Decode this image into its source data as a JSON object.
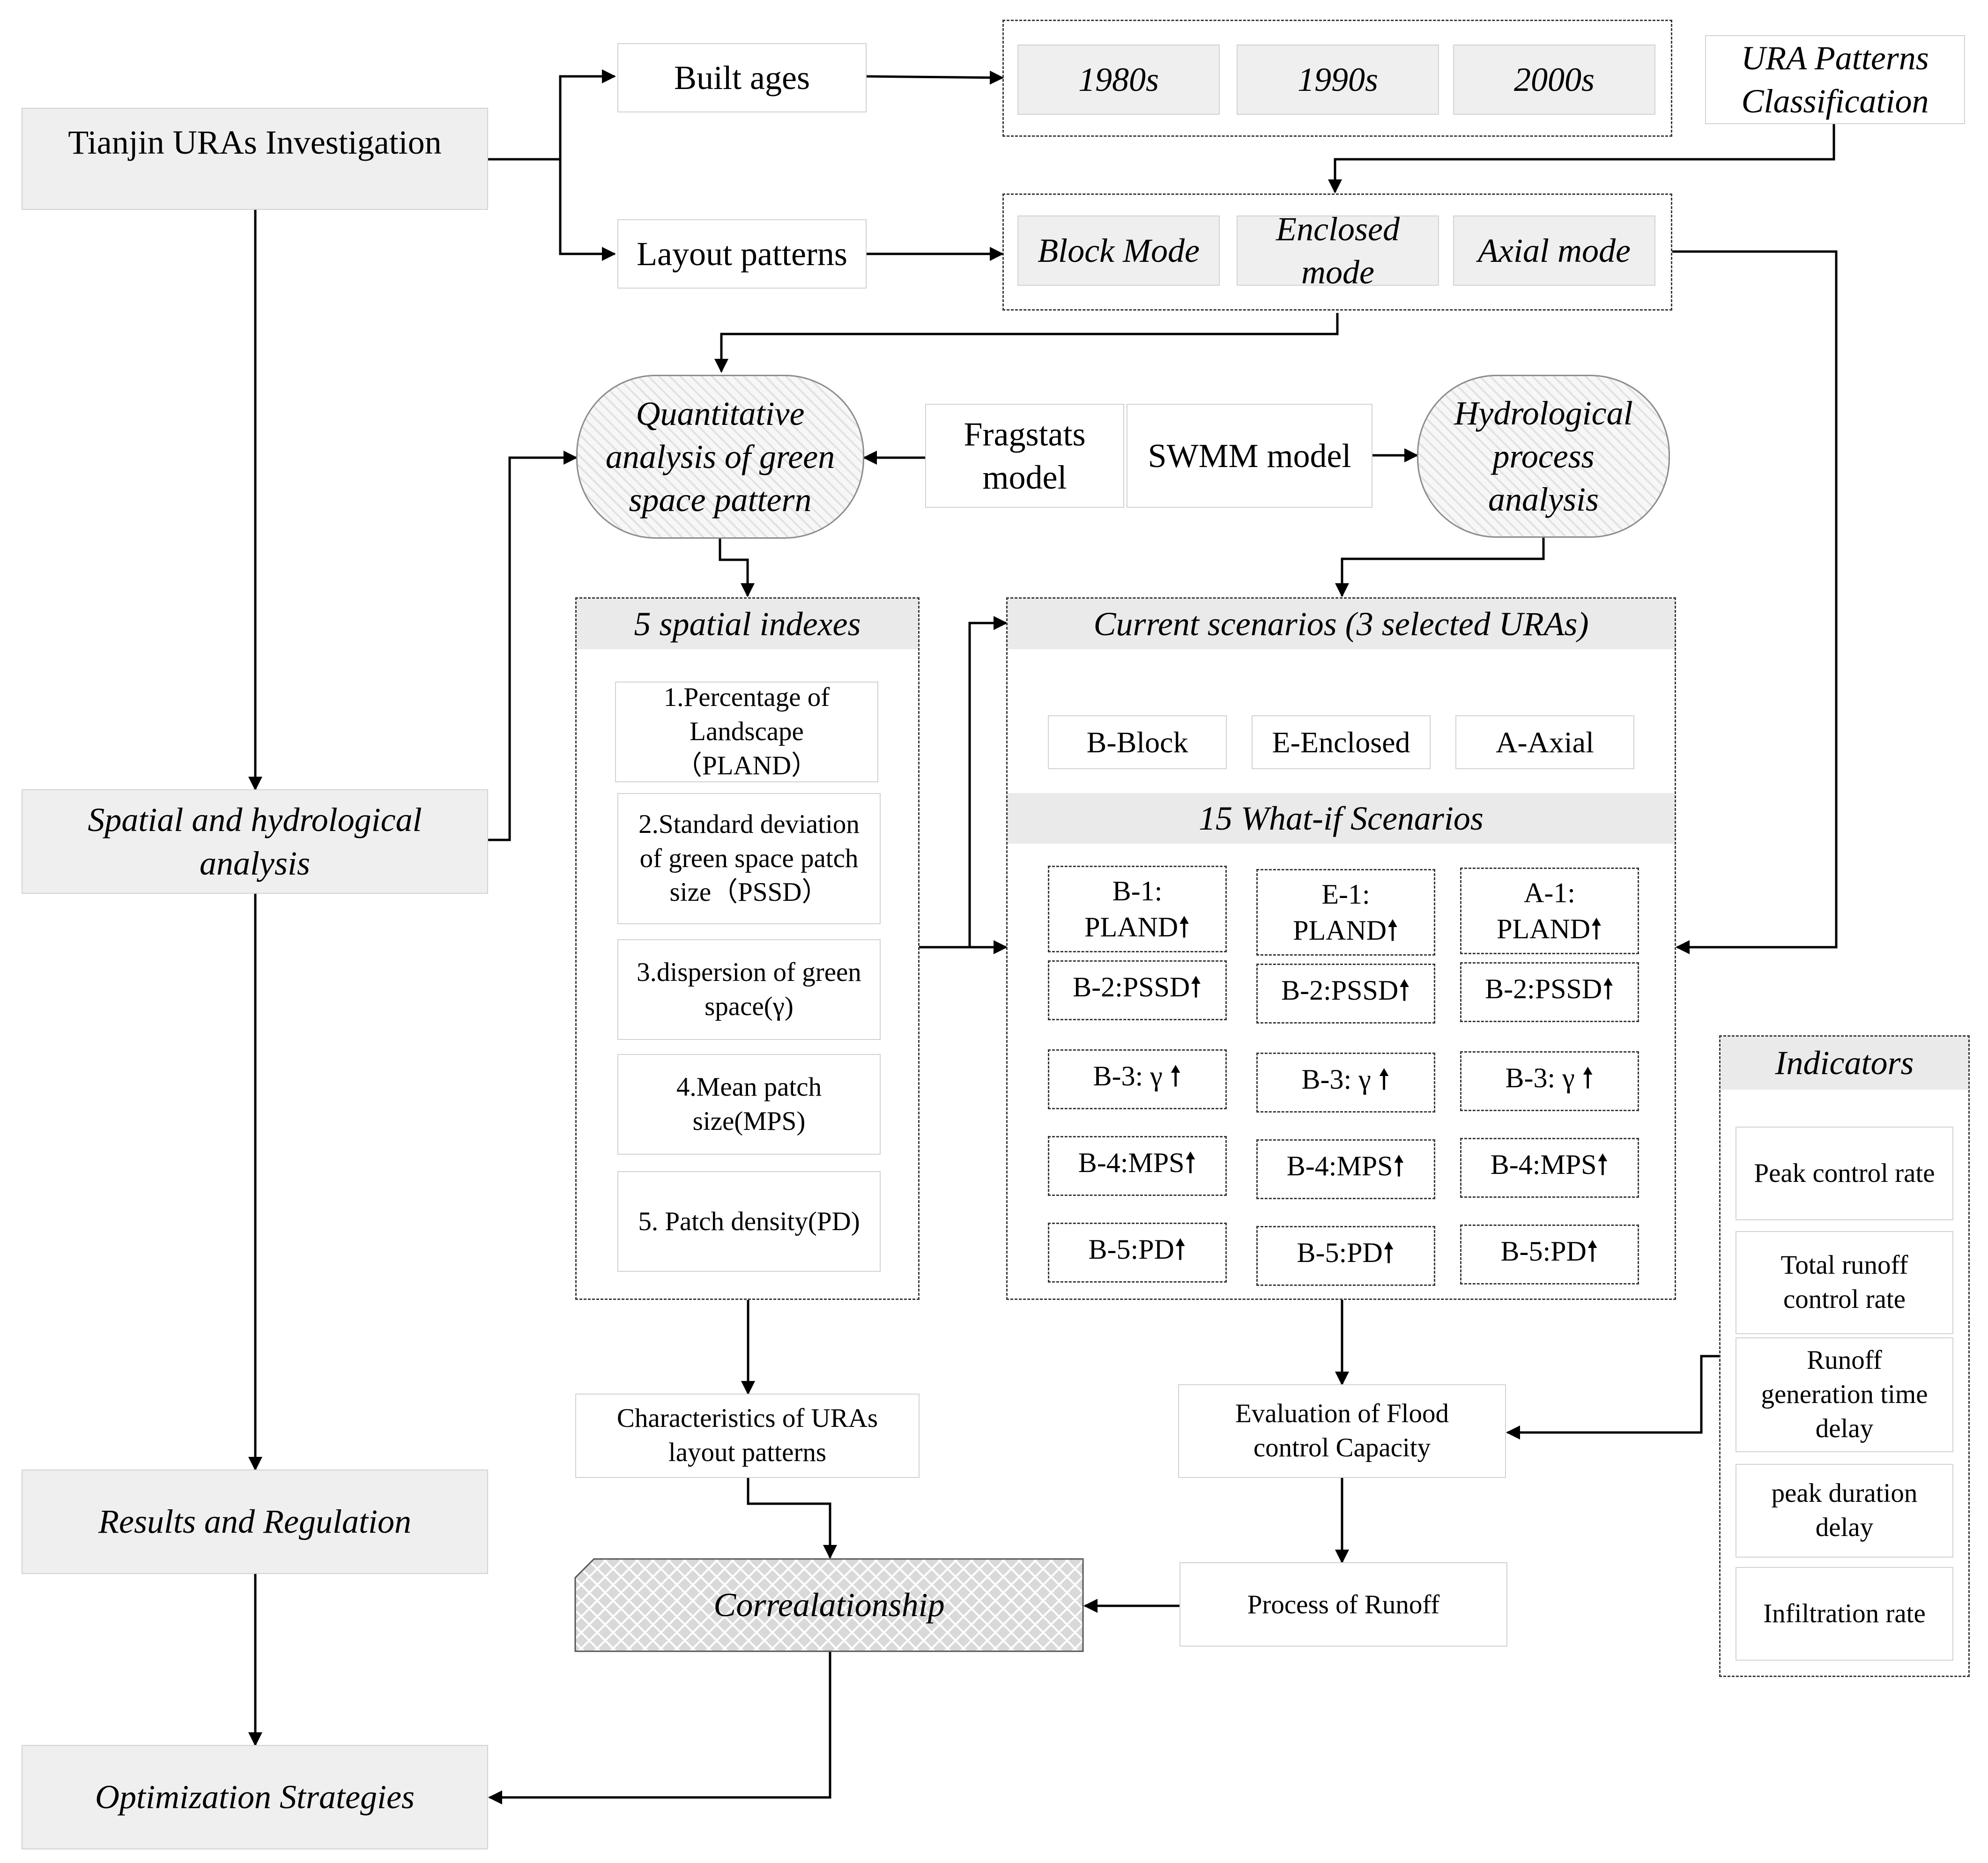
{
  "left": {
    "investigation": "Tianjin URAs Investigation",
    "spatial": "Spatial and hydrological analysis",
    "results": "Results and Regulation",
    "optimization": "Optimization Strategies"
  },
  "classification": {
    "built_ages": "Built ages",
    "layout_patterns": "Layout patterns",
    "ages": [
      "1980s",
      "1990s",
      "2000s"
    ],
    "modes": [
      "Block Mode",
      "Enclosed mode",
      "Axial mode"
    ],
    "ura_patterns": "URA Patterns Classification"
  },
  "models": {
    "quantitative": "Quantitative analysis of green space pattern",
    "fragstats": "Fragstats model",
    "swmm": "SWMM model",
    "hydrological": "Hydrological process analysis"
  },
  "spatial_indexes": {
    "title": "5 spatial indexes",
    "items": [
      "1.Percentage of Landscape（PLAND）",
      "2.Standard deviation of green space patch size（PSSD）",
      "3.dispersion of green space(γ)",
      "4.Mean patch size(MPS)",
      "5. Patch density(PD)"
    ]
  },
  "scenarios": {
    "current_title": "Current scenarios (3 selected URAs)",
    "current": [
      "B-Block",
      "E-Enclosed",
      "A-Axial"
    ],
    "whatif_title": "15 What-if Scenarios",
    "columns": [
      [
        "B-1: PLAND🠕",
        "B-2:PSSD🠕",
        "B-3: γ 🠕",
        "B-4:MPS🠕",
        "B-5:PD🠕"
      ],
      [
        "E-1: PLAND🠕",
        "B-2:PSSD🠕",
        "B-3: γ 🠕",
        "B-4:MPS🠕",
        "B-5:PD🠕"
      ],
      [
        "A-1: PLAND🠕",
        "B-2:PSSD🠕",
        "B-3: γ 🠕",
        "B-4:MPS🠕",
        "B-5:PD🠕"
      ]
    ]
  },
  "indicators": {
    "title": "Indicators",
    "items": [
      "Peak control rate",
      "Total runoff control rate",
      "Runoff generation time delay",
      "peak duration delay",
      "Infiltration rate"
    ]
  },
  "outputs": {
    "characteristics": "Characteristics of URAs layout patterns",
    "evaluation": "Evaluation of Flood control Capacity",
    "runoff": "Process of Runoff",
    "correlation": "Correalationship"
  }
}
